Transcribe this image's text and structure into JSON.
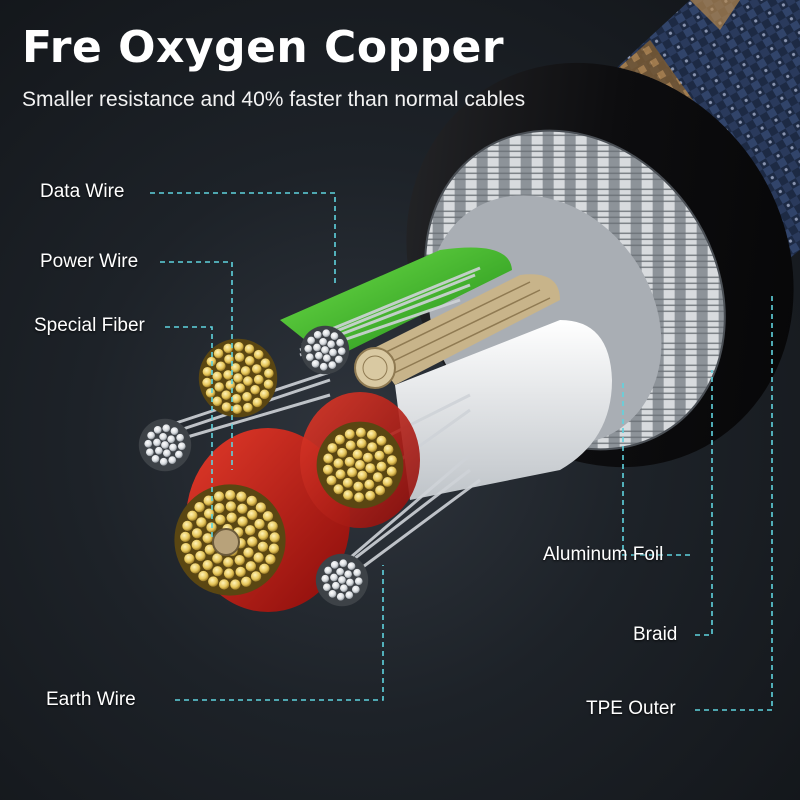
{
  "headline": {
    "title": "Fre Oxygen Copper",
    "subtitle": "Smaller resistance and 40% faster than normal cables"
  },
  "callouts": {
    "data_wire": "Data Wire",
    "power_wire": "Power Wire",
    "special_fiber": "Special Fiber",
    "earth_wire": "Earth Wire",
    "aluminum_foil": "Aluminum Foil",
    "braid": "Braid",
    "tpe_outer": "TPE Outer"
  },
  "colors": {
    "leader_line": "#5fd3de",
    "copper": "#e6c65a",
    "green_jacket": "#3fbf2a",
    "red_jacket": "#c81a16",
    "white_jacket": "#eef0f2",
    "outer_jacket": "#0b0b0d"
  }
}
